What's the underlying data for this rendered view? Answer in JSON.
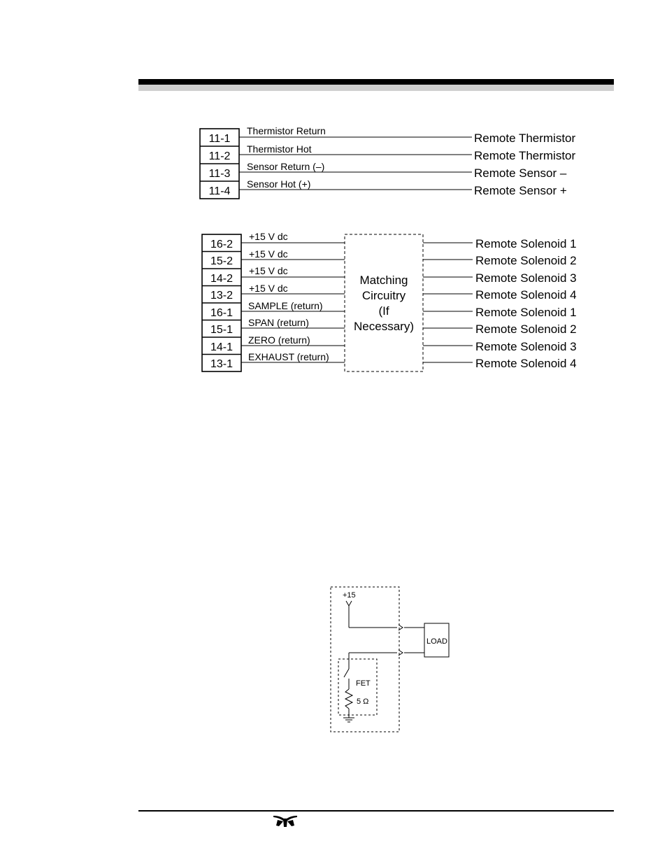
{
  "thermistor_block": {
    "rows": [
      {
        "pin": "11-1",
        "wire": "Thermistor Return",
        "dest": "Remote Thermistor"
      },
      {
        "pin": "11-2",
        "wire": "Thermistor Hot",
        "dest": "Remote Thermistor"
      },
      {
        "pin": "11-3",
        "wire": "Sensor Return (–)",
        "dest": "Remote Sensor –"
      },
      {
        "pin": "11-4",
        "wire": "Sensor Hot (+)",
        "dest": "Remote Sensor +"
      }
    ]
  },
  "solenoid_block": {
    "rows": [
      {
        "pin": "16-2",
        "wire": "+15 V dc",
        "dest": "Remote Solenoid 1"
      },
      {
        "pin": "15-2",
        "wire": "+15 V dc",
        "dest": "Remote Solenoid 2"
      },
      {
        "pin": "14-2",
        "wire": "+15 V dc",
        "dest": "Remote Solenoid 3"
      },
      {
        "pin": "13-2",
        "wire": "+15 V dc",
        "dest": "Remote Solenoid 4"
      },
      {
        "pin": "16-1",
        "wire": "SAMPLE (return)",
        "dest": "Remote Solenoid 1"
      },
      {
        "pin": "15-1",
        "wire": "SPAN (return)",
        "dest": "Remote Solenoid 2"
      },
      {
        "pin": "14-1",
        "wire": "ZERO (return)",
        "dest": "Remote Solenoid 3"
      },
      {
        "pin": "13-1",
        "wire": "EXHAUST (return)",
        "dest": "Remote Solenoid 4"
      }
    ],
    "matching_lines": [
      "Matching",
      "Circuitry",
      "(If",
      "Necessary)"
    ]
  },
  "fet_circuit": {
    "supply": "+15",
    "load": "LOAD",
    "fet": "FET",
    "resistor": "5 Ω"
  },
  "footer": {
    "logo_icon": "teledyne-logo-icon"
  }
}
